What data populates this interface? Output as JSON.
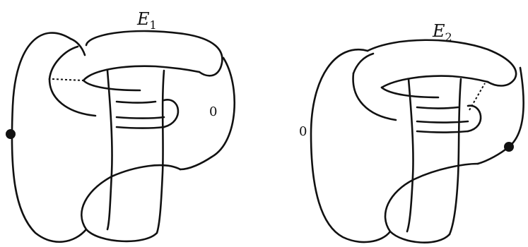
{
  "diagrams": [
    {
      "id": "E1",
      "label_main": "E",
      "label_sub": "1",
      "framing": "0",
      "dotted_arc": true,
      "marked_point": true
    },
    {
      "id": "E2",
      "label_main": "E",
      "label_sub": "2",
      "framing": "0",
      "dotted_arc": true,
      "marked_point": true
    }
  ],
  "style": {
    "stroke_color": "#111111",
    "background_color": "#ffffff"
  }
}
